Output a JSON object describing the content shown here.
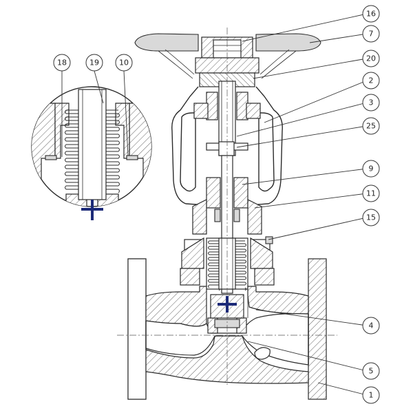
{
  "diagram": {
    "part_labels": [
      "16",
      "7",
      "20",
      "2",
      "3",
      "25",
      "9",
      "11",
      "15",
      "4",
      "5",
      "1"
    ],
    "detail_labels": [
      "18",
      "19",
      "10"
    ]
  }
}
